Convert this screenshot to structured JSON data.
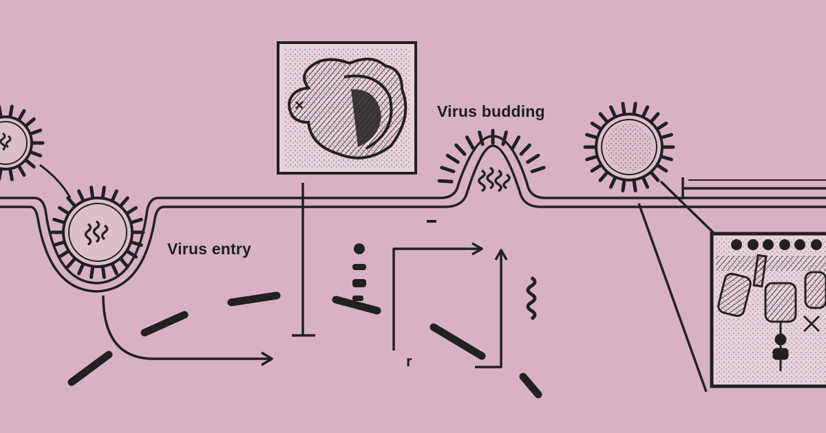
{
  "labels": {
    "virus_entry": "Virus entry",
    "virus_budding": "Virus budding",
    "fragment": "r"
  },
  "colors": {
    "background": "#d8b2c4",
    "ink": "#222021",
    "panel_fill": "#e7d2dc",
    "virion_fill": "#ddbfcc"
  },
  "icons": [
    "virion-icon",
    "membrane-line",
    "protein-blob-icon",
    "receptor-cluster-icon",
    "inhibition-bar-icon",
    "arrow-icon"
  ]
}
